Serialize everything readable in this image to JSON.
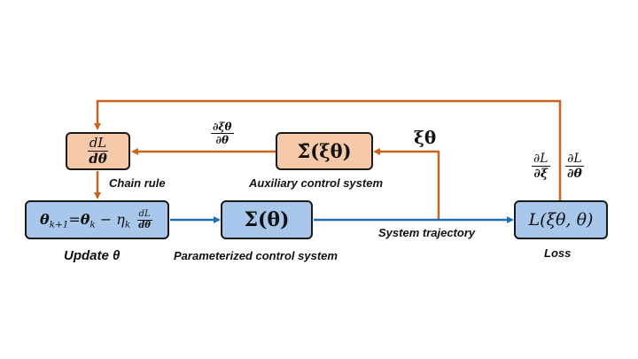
{
  "nodes": {
    "chain_rule": {
      "num": "dL",
      "den": "dθ",
      "caption": "Chain rule"
    },
    "update": {
      "lhs": "θ",
      "lhs_sub": "k+1",
      "eq": "=",
      "mid": "θ",
      "mid_sub": "k",
      "minus": " − η",
      "eta_sub": "k",
      "frac_num": "dL",
      "frac_den": "dθ",
      "caption": "Update θ"
    },
    "param_system": {
      "text": "Σ(θ)",
      "caption": "Parameterized control system"
    },
    "aux_system": {
      "text": "Σ̄(ξθ)",
      "caption": "Auxiliary control system"
    },
    "loss": {
      "text": "L(ξθ, θ)",
      "caption": "Loss"
    }
  },
  "edge_labels": {
    "aux_to_chain": {
      "num": "∂ξθ",
      "den": "∂θ"
    },
    "traj_to_aux": "ξθ",
    "system_trajectory": "System trajectory",
    "loss_grad_xi": {
      "num": "∂L",
      "den": "∂ξ"
    },
    "loss_grad_theta": {
      "num": "∂L",
      "den": "∂θ"
    }
  },
  "colors": {
    "blue_box": "#a9c7ea",
    "peach_box": "#f6c9a8",
    "blue_arrow": "#1f6fb5",
    "orange_arrow": "#c8641e"
  }
}
